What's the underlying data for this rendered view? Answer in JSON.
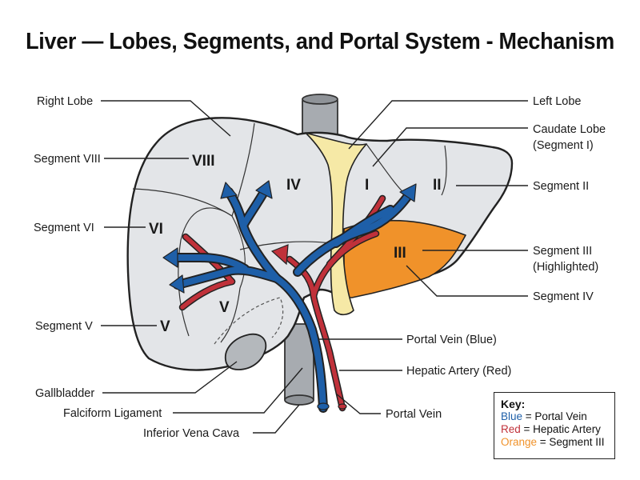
{
  "title": "Liver — Lobes, Segments, and Portal System - Mechanism",
  "colors": {
    "portal_vein": "#1e5fa8",
    "hepatic_artery": "#c0313a",
    "segment_iii": "#f0922a",
    "liver": "#e3e5e8",
    "ligament": "#f6e9a6",
    "vena_cava": "#a7abb0"
  },
  "segments": {
    "viii": "VIII",
    "iv": "IV",
    "i": "I",
    "ii": "II",
    "vi": "VI",
    "iii": "III",
    "v_upper": "V",
    "v_lower": "V"
  },
  "labels": {
    "right_lobe": "Right Lobe",
    "segment_viii": "Segment VIII",
    "segment_vi": "Segment VI",
    "segment_v": "Segment V",
    "gallbladder": "Gallbladder",
    "falciform_ligament": "Falciform Ligament",
    "inferior_vena_cava": "Inferior Vena Cava",
    "left_lobe": "Left Lobe",
    "caudate_lobe_1": "Caudate Lobe",
    "caudate_lobe_2": "(Segment I)",
    "segment_ii": "Segment II",
    "segment_iii_1": "Segment III",
    "segment_iii_2": "(Highlighted)",
    "segment_iv": "Segment IV",
    "portal_vein_blue": "Portal Vein (Blue)",
    "hepatic_artery_red": "Hepatic Artery (Red)",
    "portal_vein": "Portal Vein"
  },
  "key": {
    "title": "Key:",
    "items": [
      {
        "color_word": "Blue",
        "text": " = Portal Vein",
        "color": "#1e5fa8"
      },
      {
        "color_word": "Red",
        "text": " = Hepatic Artery",
        "color": "#c0313a"
      },
      {
        "color_word": "Orange",
        "text": " = Segment III",
        "color": "#f0922a"
      }
    ]
  }
}
